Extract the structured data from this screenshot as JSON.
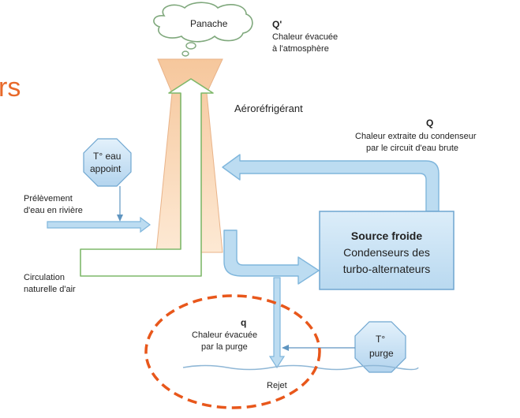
{
  "partial_heading": "rs",
  "plume": {
    "label": "Panache"
  },
  "q_prime": {
    "symbol": "Q'",
    "line1": "Chaleur évacuée",
    "line2": "à l'atmosphère"
  },
  "tower": {
    "label": "Aéroréfrigérant"
  },
  "q_big": {
    "symbol": "Q",
    "line1": "Chaleur extraite du condenseur",
    "line2": "par le circuit d'eau brute"
  },
  "makeup_temp": {
    "line1": "T° eau",
    "line2": "appoint"
  },
  "intake": {
    "line1": "Prélèvement",
    "line2": "d'eau en rivière"
  },
  "natural_air": {
    "line1": "Circulation",
    "line2": "naturelle d'air"
  },
  "cold_source": {
    "title": "Source froide",
    "line1": "Condenseurs des",
    "line2": "turbo-alternateurs"
  },
  "q_small": {
    "symbol": "q",
    "line1": "Chaleur évacuée",
    "line2": "par la purge"
  },
  "purge_temp": {
    "line1": "T°",
    "line2": "purge"
  },
  "discharge": {
    "label": "Rejet"
  },
  "colors": {
    "heading_orange": "#e8692a",
    "tower_top": "#f6c79c",
    "tower_bottom": "#fde7cf",
    "water_blue": "#bcdcf1",
    "water_stroke": "#7fb6dc",
    "box_fill": "#cfe6f6",
    "box_stroke": "#6fa6d0",
    "highlight_dash": "#e8571b",
    "arrow_white_fill": "#ffffff",
    "arrow_green_stroke": "#7fb86a"
  }
}
